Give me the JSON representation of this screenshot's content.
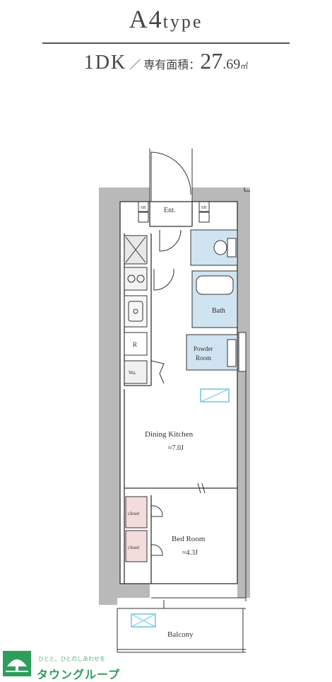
{
  "header": {
    "type_code": "A4",
    "type_suffix": "type",
    "layout": "1DK",
    "separator": "／",
    "area_label": "専有面積：",
    "area_integer": "27",
    "area_decimal": ".69",
    "area_unit": "㎡"
  },
  "rooms": {
    "entrance": "Ent.",
    "shoe_box_left": "SB",
    "shoe_box_right": "SB",
    "refrigerator": "R",
    "washing_machine": "Wa.",
    "bath": "Bath",
    "powder_room_line1": "Powder",
    "powder_room_line2": "Room",
    "dining_kitchen": "Dining Kitchen",
    "dining_kitchen_size": "≈7.0J",
    "closet_1": "closet",
    "closet_2": "closet",
    "bed_room": "Bed Room",
    "bed_room_size": "≈4.3J",
    "balcony": "Balcony"
  },
  "logo": {
    "tagline": "ひとと、ひとのしあわせを",
    "name": "タウングループ"
  },
  "colors": {
    "wall": "#b9b9b9",
    "floor_line": "#333333",
    "wet_area": "#cfe3f0",
    "closet": "#f3dcdc",
    "logo_green": "#2e9e5b",
    "window_cyan": "#8fd3e8"
  }
}
